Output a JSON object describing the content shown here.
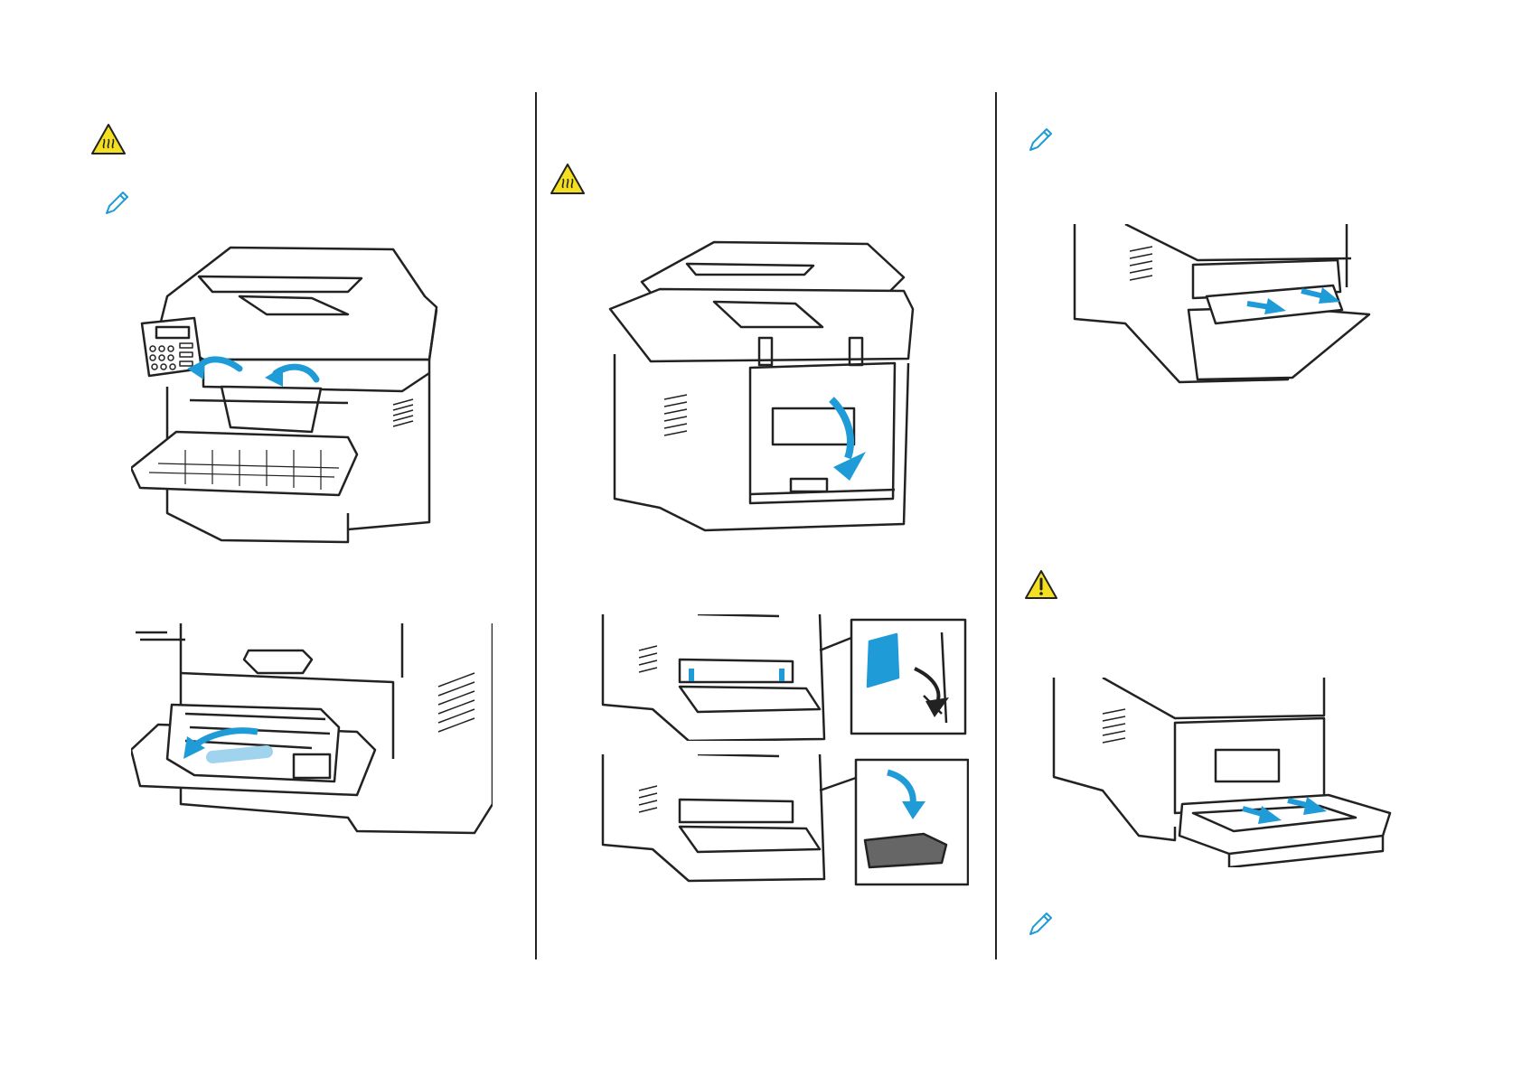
{
  "page": {
    "background": "#ffffff"
  },
  "colors": {
    "accent_blue": "#1f9bd7",
    "hot_warning": "#f4e021",
    "line_art": "#222222"
  },
  "icons": {
    "hot_surface": "hot-surface-warning-icon",
    "caution": "caution-warning-icon",
    "note": "note-pencil-icon"
  },
  "columns": [
    {
      "id": "left",
      "icons": [
        "hot-surface-warning-icon",
        "note-pencil-icon"
      ],
      "figures": [
        "printer-front-paper-jam",
        "imaging-unit-insert"
      ]
    },
    {
      "id": "middle",
      "icons": [
        "hot-surface-warning-icon"
      ],
      "figures": [
        "printer-rear-door-open",
        "fuser-levers-lower",
        "fuser-levers-raise"
      ]
    },
    {
      "id": "right",
      "icons": [
        "note-pencil-icon",
        "caution-warning-icon",
        "note-pencil-icon"
      ],
      "figures": [
        "rear-door-paper-removal",
        "tray-paper-removal"
      ]
    }
  ]
}
